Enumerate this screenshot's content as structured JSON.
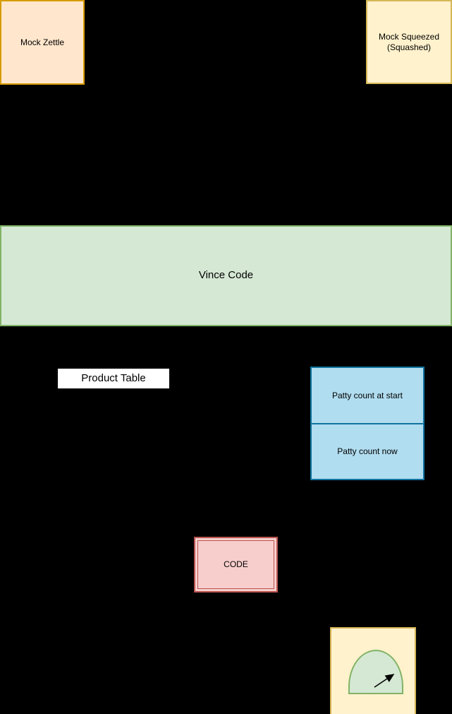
{
  "canvas": {
    "background": "#000000"
  },
  "nodes": {
    "mock_zettle": {
      "label": "Mock Zettle",
      "fill": "#FFE6CC",
      "stroke": "#D79B00"
    },
    "mock_squeezed": {
      "label": "Mock Squeezed\n(Squashed)",
      "fill": "#FFF2CC",
      "stroke": "#D6B656"
    },
    "vince_code": {
      "label": "Vince Code",
      "fill": "#D5E8D4",
      "stroke": "#82B366"
    },
    "product_table": {
      "label": "Product Table",
      "fill": "#FFFFFF",
      "text_color": "#000000"
    },
    "patty_table": {
      "fill": "#B1DDF0",
      "stroke": "#10739E",
      "rows": [
        {
          "label": "Patty count at start"
        },
        {
          "label": "Patty count now"
        }
      ]
    },
    "code": {
      "label": "CODE",
      "fill": "#F8CECC",
      "stroke": "#B85450",
      "border_style": "double"
    },
    "gauge": {
      "icon": "gauge-needle-icon",
      "panel_fill": "#FFF2CC",
      "panel_stroke": "#D6B656",
      "dome_fill": "#D5E8D4",
      "dome_stroke": "#82B366",
      "needle_color": "#000000"
    }
  }
}
